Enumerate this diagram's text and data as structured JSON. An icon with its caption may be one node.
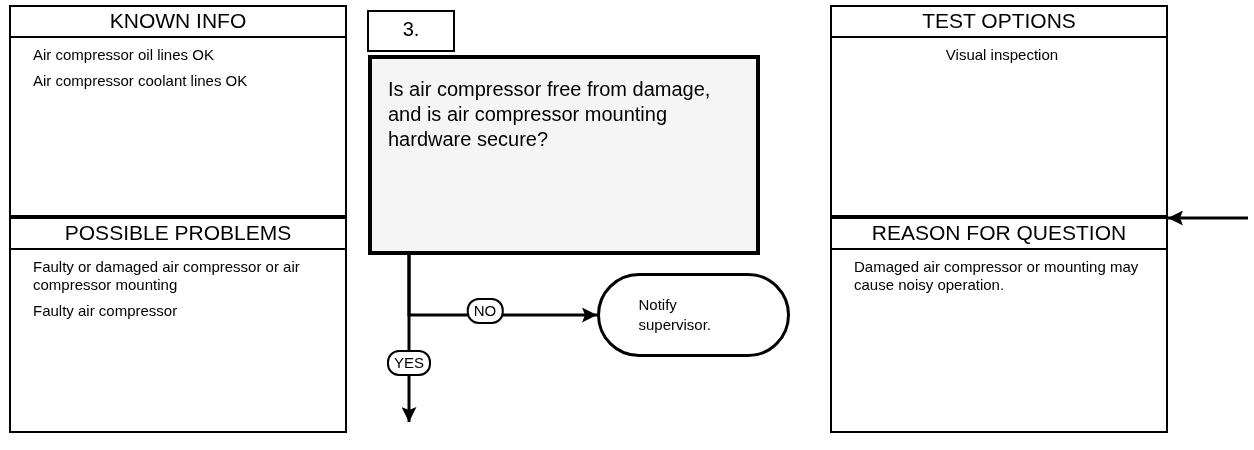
{
  "diagram": {
    "nodes": [
      {
        "text": [
          "KNOWN INFO",
          "Air compressor oil lines OK",
          "Air compressor coolant lines OK"
        ]
      },
      {
        "text": [
          "POSSIBLE PROBLEMS",
          "Faulty or damaged air compressor or air compressor mounting",
          "Faulty air compressor"
        ]
      },
      {
        "text": [
          "3."
        ]
      },
      {
        "text": [
          "Is air compressor free from damage, and is air compressor mounting hardware secure?"
        ]
      },
      {
        "text": [
          "Notify supervisor."
        ]
      },
      {
        "text": [
          "TEST OPTIONS",
          "Visual inspection"
        ]
      },
      {
        "text": [
          "REASON FOR QUESTION",
          "Damaged air compressor or mounting may cause noisy operation."
        ]
      }
    ],
    "edges": [
      {
        "from": 3,
        "to": 4,
        "arrow": "to",
        "label": "NO"
      },
      {
        "from": 3,
        "to": null,
        "arrow": "to",
        "label": "YES"
      },
      {
        "from": null,
        "to": 6,
        "arrow": "to"
      }
    ]
  }
}
